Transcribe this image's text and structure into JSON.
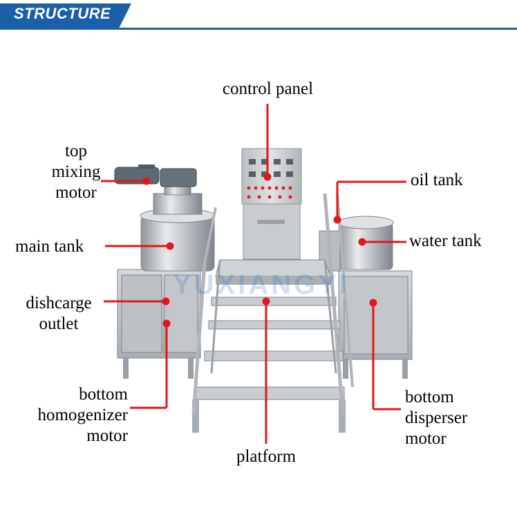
{
  "header": {
    "title": "STRUCTURE"
  },
  "watermark": "YUXIANGYI",
  "colors": {
    "banner": "#1a5fa8",
    "leader": "#e3161b",
    "steel": "#c9cdd1"
  },
  "labels": {
    "control_panel": "control panel",
    "top_mixing_motor": [
      "top",
      "mixing",
      "motor"
    ],
    "oil_tank": "oil tank",
    "main_tank": "main tank",
    "water_tank": "water tank",
    "discharge_outlet": [
      "dishcarge",
      "outlet"
    ],
    "bottom_homogenizer_motor": [
      "bottom",
      "homogenizer",
      "motor"
    ],
    "bottom_disperser_motor": [
      "bottom",
      "disperser",
      "motor"
    ],
    "platform": "platform"
  }
}
